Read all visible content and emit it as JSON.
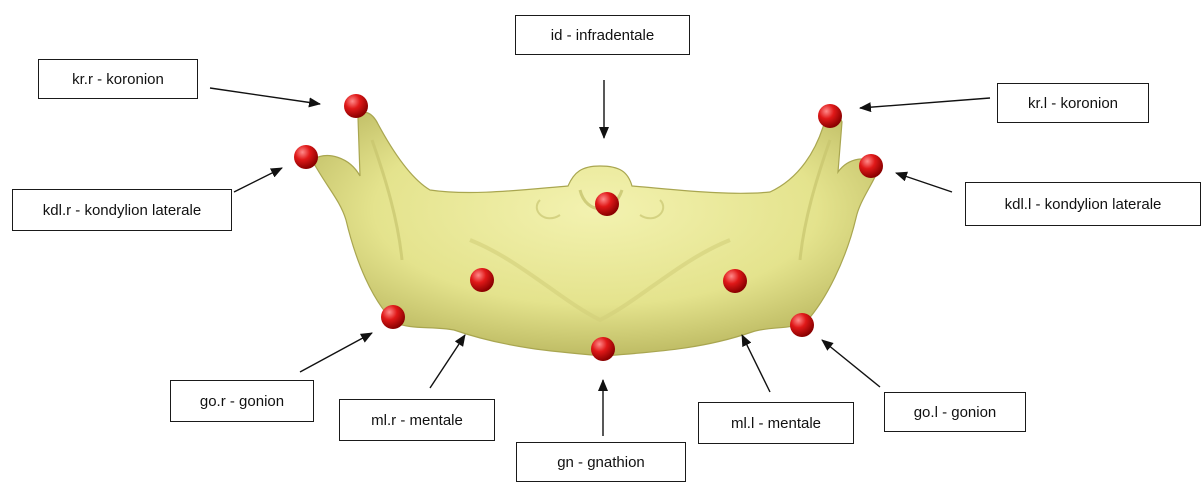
{
  "labels": {
    "infradentale": "id - infradentale",
    "koronion_right": "kr.r - koronion",
    "koronion_left": "kr.l - koronion",
    "kondylion_right": "kdl.r - kondylion laterale",
    "kondylion_left": "kdl.l - kondylion laterale",
    "gonion_right": "go.r - gonion",
    "mentale_right": "ml.r - mentale",
    "mentale_left": "ml.l - mentale",
    "gonion_left": "go.l - gonion",
    "gnathion": "gn - gnathion"
  },
  "colors": {
    "bone": "#e4e38d",
    "bone_shadow": "#b5b25a",
    "landmark": "#e01818",
    "arrow": "#111111"
  }
}
